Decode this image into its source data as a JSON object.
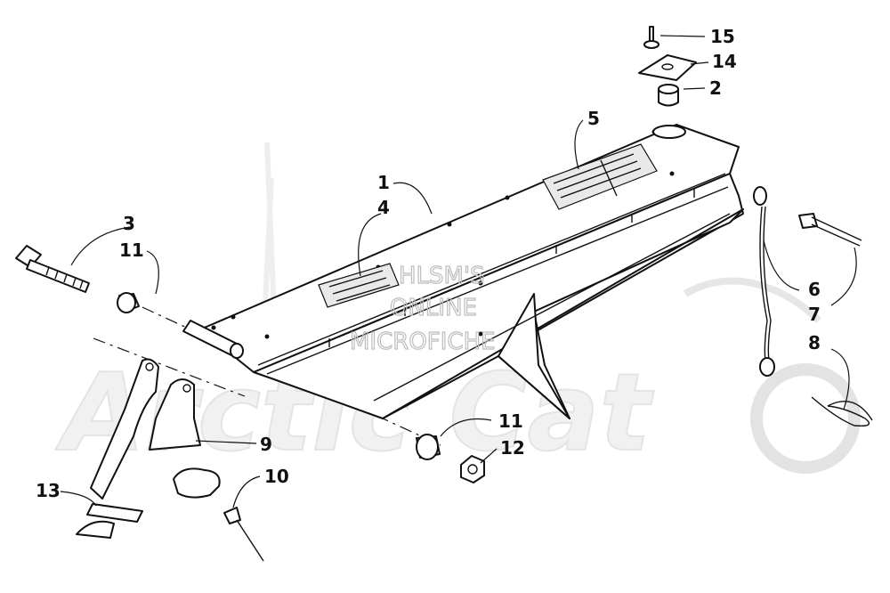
{
  "watermark": {
    "line1": "HLSM'S",
    "line2": "ONLINE",
    "line3": "MICROFICHE",
    "logo_text": "Arctic Cat"
  },
  "callouts": [
    {
      "id": "c1",
      "label": "1"
    },
    {
      "id": "c2",
      "label": "2"
    },
    {
      "id": "c3",
      "label": "3"
    },
    {
      "id": "c4",
      "label": "4"
    },
    {
      "id": "c5",
      "label": "5"
    },
    {
      "id": "c6",
      "label": "6"
    },
    {
      "id": "c7",
      "label": "7"
    },
    {
      "id": "c8",
      "label": "8"
    },
    {
      "id": "c9",
      "label": "9"
    },
    {
      "id": "c10",
      "label": "10"
    },
    {
      "id": "c11a",
      "label": "11"
    },
    {
      "id": "c11b",
      "label": "11"
    },
    {
      "id": "c12",
      "label": "12"
    },
    {
      "id": "c13",
      "label": "13"
    },
    {
      "id": "c14",
      "label": "14"
    },
    {
      "id": "c15",
      "label": "15"
    }
  ]
}
